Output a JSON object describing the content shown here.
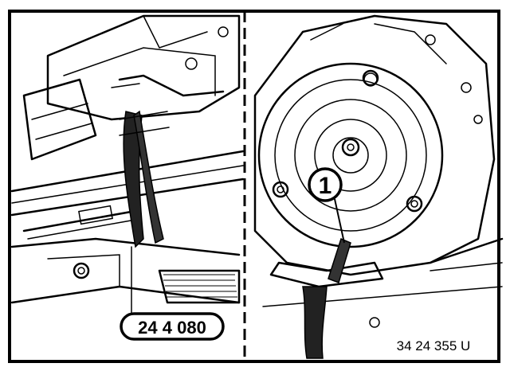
{
  "figure": {
    "tool_number": "24 4 080",
    "callout_number": "1",
    "figure_code": "34 24 355 U"
  }
}
